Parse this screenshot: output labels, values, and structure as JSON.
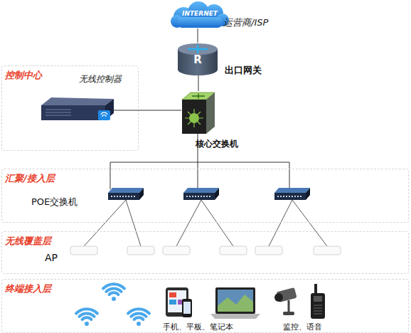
{
  "diagram": {
    "nodes": [
      {
        "text": [
          "INTERNET",
          "运营商/ISP"
        ]
      },
      {
        "text": [
          "R",
          "出口网关"
        ]
      },
      {
        "text": [
          "控制中心"
        ]
      },
      {
        "text": [
          "无线控制器"
        ],
        "in": 2
      },
      {
        "text": [
          "核心交换机"
        ]
      },
      {
        "text": [
          "汇聚/接入层",
          "POE交换机"
        ]
      },
      {
        "text": [
          "无线覆盖层",
          "AP"
        ]
      },
      {
        "text": [
          "终端接入层",
          "手机、平板、笔记本",
          "监控、语音"
        ]
      }
    ],
    "edges": [
      {
        "from": 0,
        "to": 1,
        "arrow": "none"
      },
      {
        "from": 1,
        "to": 4,
        "arrow": "none"
      },
      {
        "from": 3,
        "to": 4,
        "arrow": "none"
      }
    ]
  }
}
